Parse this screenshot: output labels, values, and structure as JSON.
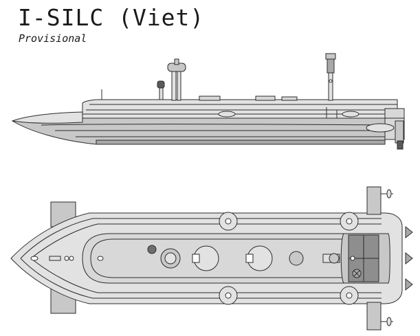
{
  "header": {
    "title": "I-SILC (Viet)",
    "subtitle": "Provisional"
  },
  "colors": {
    "hull_light": "#e2e2e2",
    "hull_mid": "#c8c8c8",
    "hull_dark": "#a8a8a8",
    "deck": "#d8d8d8",
    "outline": "#2b2b2b",
    "well_dark": "#6e6e6e",
    "background": "#ffffff"
  },
  "views": [
    {
      "id": "side-profile",
      "icon": "boat-side-profile-drawing"
    },
    {
      "id": "top-plan",
      "icon": "boat-top-plan-drawing"
    }
  ]
}
